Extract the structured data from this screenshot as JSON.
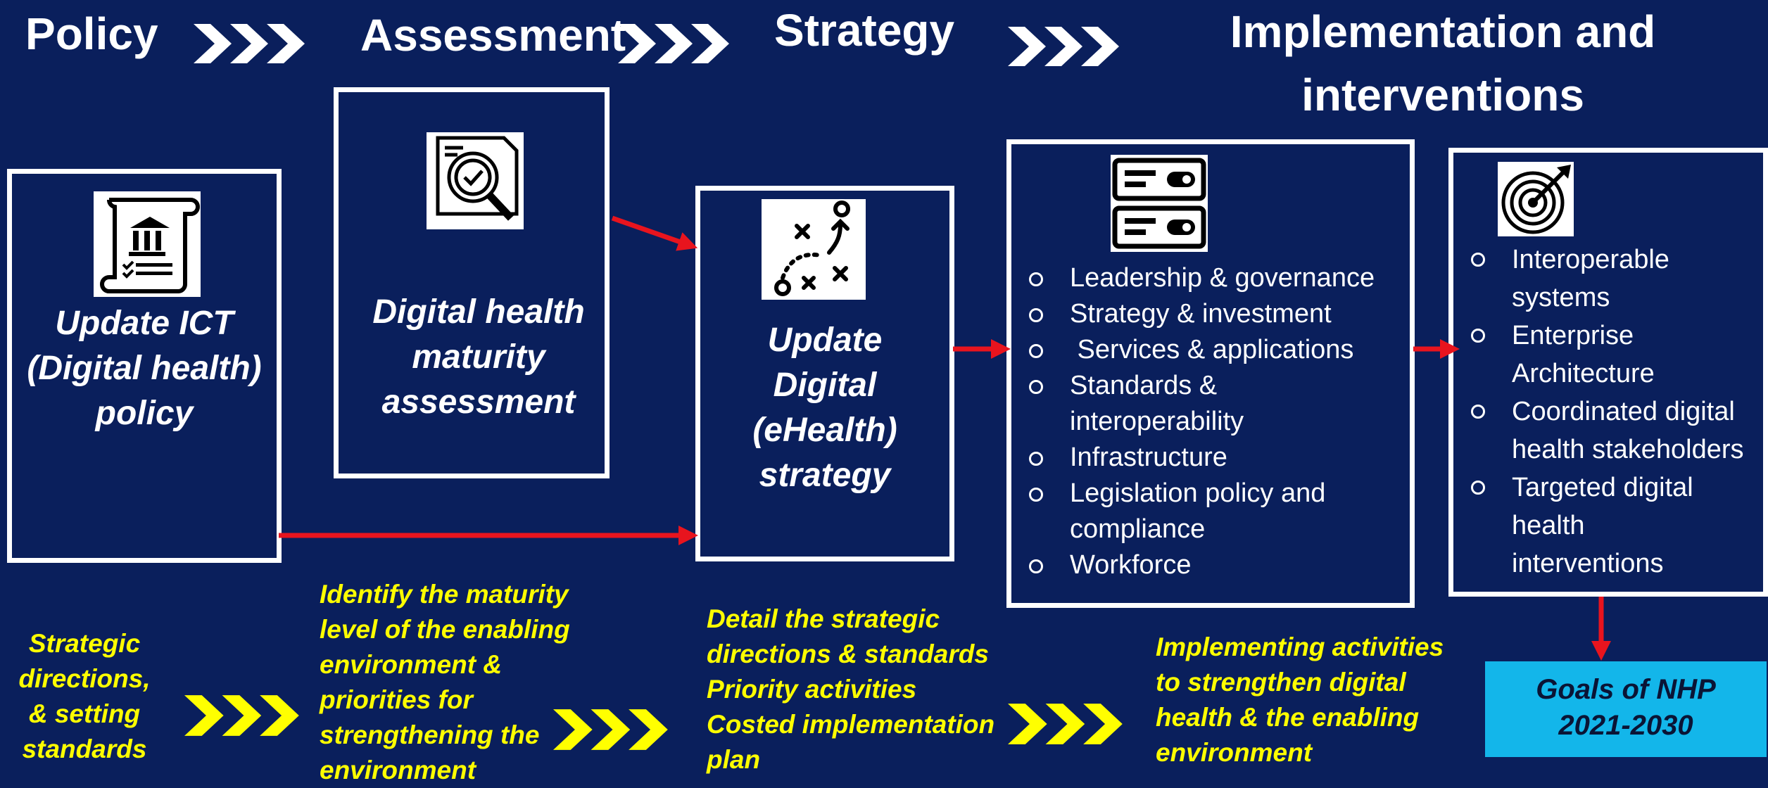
{
  "stages": {
    "policy": "Policy",
    "assessment": "Assessment",
    "strategy": "Strategy",
    "implementation_line1": "Implementation and",
    "implementation_line2": "interventions"
  },
  "boxes": {
    "policy": {
      "icon": "policy-scroll-icon",
      "lines": [
        "Update ICT",
        "(Digital health)",
        "policy"
      ]
    },
    "assessment": {
      "icon": "assessment-magnifier-icon",
      "lines": [
        "Digital health",
        "maturity",
        "assessment"
      ]
    },
    "strategy": {
      "icon": "strategy-play-icon",
      "lines": [
        "Update",
        "Digital",
        "(eHealth)",
        "strategy"
      ]
    },
    "implementation": {
      "icon": "server-icon",
      "items": [
        [
          "Leadership & governance"
        ],
        [
          "Strategy & investment"
        ],
        [
          " Services & applications"
        ],
        [
          "Standards &",
          "interoperability"
        ],
        [
          "Infrastructure"
        ],
        [
          "Legislation policy and",
          "compliance"
        ],
        [
          "Workforce"
        ]
      ]
    },
    "outcomes": {
      "icon": "target-icon",
      "items": [
        [
          "Interoperable",
          "systems"
        ],
        [
          "Enterprise",
          "Architecture"
        ],
        [
          "Coordinated digital",
          "health stakeholders"
        ],
        [
          "Targeted digital",
          "health",
          "interventions"
        ]
      ]
    }
  },
  "descriptions": {
    "policy": [
      "Strategic",
      "directions,",
      "& setting",
      "standards"
    ],
    "assessment": [
      "Identify the maturity",
      "level of the enabling",
      "environment &",
      "priorities for",
      "strengthening the",
      "environment"
    ],
    "strategy": [
      "Detail the strategic",
      "directions & standards",
      "Priority activities",
      "Costed implementation",
      "plan"
    ],
    "implementation": [
      "Implementing activities",
      "to strengthen digital",
      "health & the enabling",
      "environment"
    ]
  },
  "goal": {
    "line1": "Goals of NHP",
    "line2": "2021-2030"
  },
  "colors": {
    "background": "#0a1f5c",
    "box_border": "#ffffff",
    "arrow": "#e8141e",
    "description_text": "#ffff00",
    "goal_box": "#13b6ea",
    "chevron_top": "#ffffff",
    "chevron_bottom": "#ffff00"
  }
}
